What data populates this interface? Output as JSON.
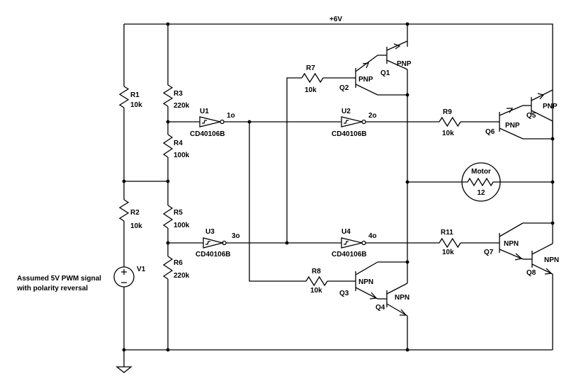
{
  "rail": {
    "supply": "+6V"
  },
  "source": {
    "ref": "V1",
    "note_line1": "Assumed 5V PWM signal",
    "note_line2": "with polarity reversal"
  },
  "resistors": [
    {
      "ref": "R1",
      "value": "10k"
    },
    {
      "ref": "R2",
      "value": "10k"
    },
    {
      "ref": "R3",
      "value": "220k"
    },
    {
      "ref": "R4",
      "value": "100k"
    },
    {
      "ref": "R5",
      "value": "100k"
    },
    {
      "ref": "R6",
      "value": "220k"
    },
    {
      "ref": "R7",
      "value": "10k"
    },
    {
      "ref": "R8",
      "value": "10k"
    },
    {
      "ref": "R9",
      "value": "10k"
    },
    {
      "ref": "R11",
      "value": "10k"
    }
  ],
  "inverters": [
    {
      "ref": "U1",
      "part": "CD40106B",
      "output": "1o"
    },
    {
      "ref": "U2",
      "part": "CD40106B",
      "output": "2o"
    },
    {
      "ref": "U3",
      "part": "CD40106B",
      "output": "3o"
    },
    {
      "ref": "U4",
      "part": "CD40106B",
      "output": "4o"
    }
  ],
  "transistors": [
    {
      "ref": "Q1",
      "type": "PNP"
    },
    {
      "ref": "Q2",
      "type": "PNP"
    },
    {
      "ref": "Q3",
      "type": "NPN"
    },
    {
      "ref": "Q4",
      "type": "NPN"
    },
    {
      "ref": "Q5",
      "type": "PNP"
    },
    {
      "ref": "Q6",
      "type": "PNP"
    },
    {
      "ref": "Q7",
      "type": "NPN"
    },
    {
      "ref": "Q8",
      "type": "NPN"
    }
  ],
  "motor": {
    "label": "Motor",
    "value": "12"
  },
  "icons": {
    "ground": "ground-icon",
    "schmitt": "schmitt-trigger-icon"
  }
}
